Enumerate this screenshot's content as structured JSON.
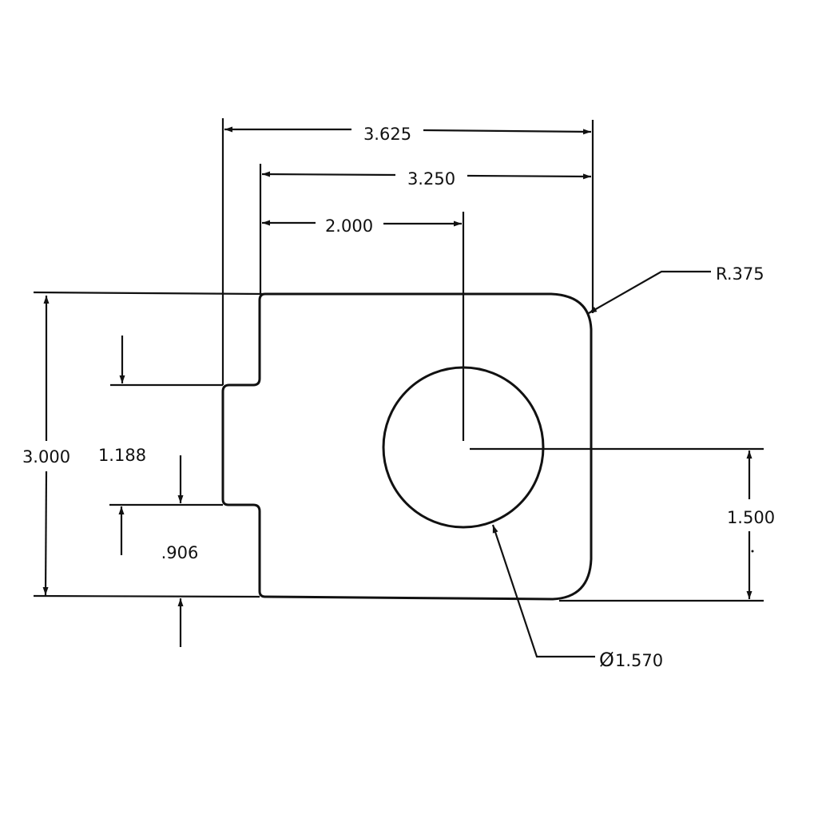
{
  "drawing": {
    "dimensions": {
      "overall_width": "3.625",
      "body_width": "3.250",
      "hole_center_x": "2.000",
      "corner_radius": "R.375",
      "overall_height": "3.000",
      "notch_height": "1.188",
      "notch_offset": ".906",
      "hole_center_y": "1.500",
      "hole_diameter": "1.570",
      "diameter_symbol": "Ø"
    },
    "line_color": "#111111",
    "background": "#ffffff"
  }
}
